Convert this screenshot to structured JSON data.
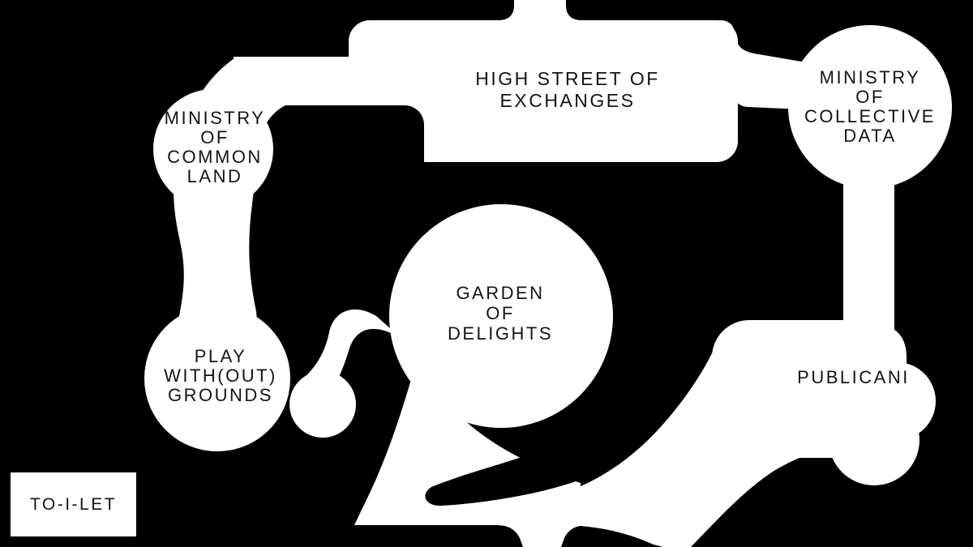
{
  "colors": {
    "background": "#000000",
    "land": "#ffffff",
    "ink": "#141414"
  },
  "map": {
    "places": [
      {
        "id": "high-street-of-exchanges",
        "lines": [
          "HIGH STREET OF",
          "EXCHANGES"
        ]
      },
      {
        "id": "ministry-of-common-land",
        "lines": [
          "MINISTRY",
          "OF",
          "COMMON",
          "LAND"
        ]
      },
      {
        "id": "ministry-of-collective-data",
        "lines": [
          "MINISTRY",
          "OF",
          "COLLECTIVE",
          "DATA"
        ]
      },
      {
        "id": "garden-of-delights",
        "lines": [
          "GARDEN",
          "OF",
          "DELIGHTS"
        ]
      },
      {
        "id": "play-without-grounds",
        "lines": [
          "PLAY",
          "WITH(OUT)",
          "GROUNDS"
        ]
      },
      {
        "id": "publicani",
        "lines": [
          "PUBLICANI"
        ]
      },
      {
        "id": "to-i-let",
        "lines": [
          "TO-I-LET"
        ]
      }
    ]
  }
}
